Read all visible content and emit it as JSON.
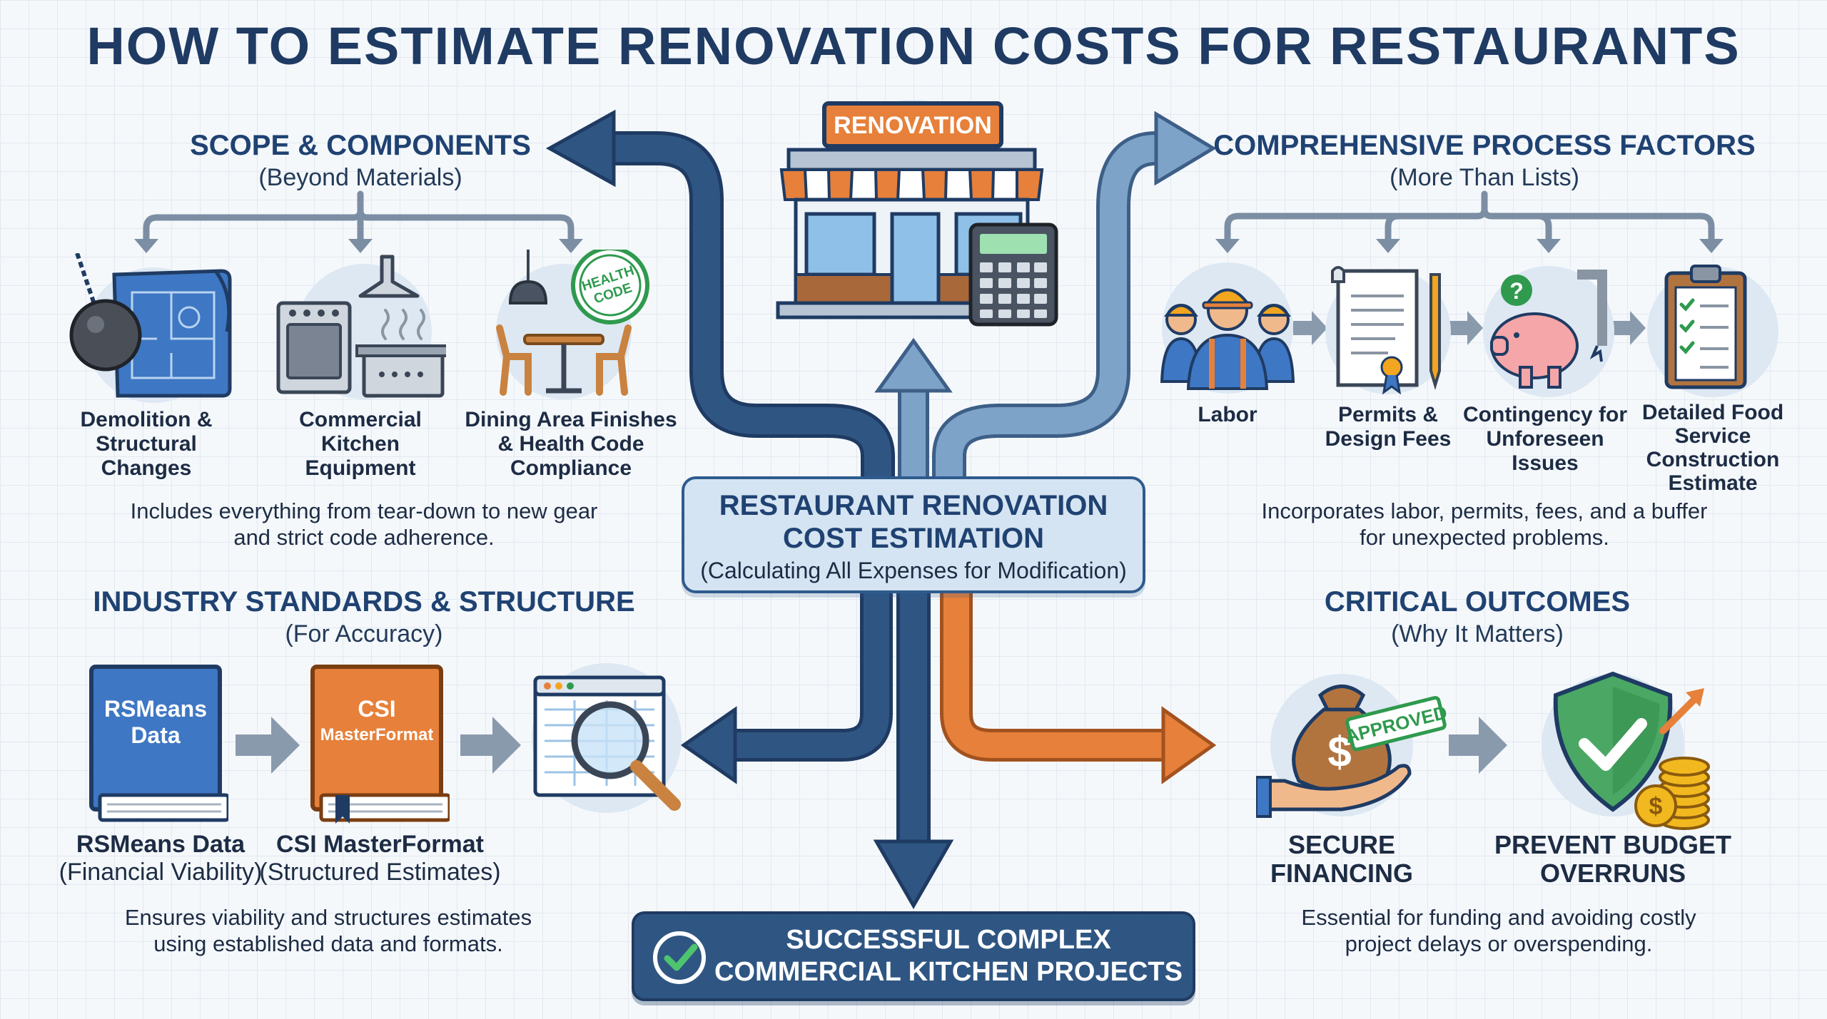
{
  "title": "HOW TO ESTIMATE RENOVATION COSTS FOR RESTAURANTS",
  "center": {
    "sign": "RENOVATION",
    "title_line1": "RESTAURANT RENOVATION",
    "title_line2": "COST ESTIMATION",
    "subtitle": "(Calculating All Expenses for Modification)",
    "bottom_line1": "SUCCESSFUL COMPLEX",
    "bottom_line2": "COMMERCIAL KITCHEN PROJECTS"
  },
  "scope": {
    "title": "SCOPE & COMPONENTS",
    "subtitle": "(Beyond Materials)",
    "items": [
      {
        "line1": "Demolition &",
        "line2": "Structural",
        "line3": "Changes"
      },
      {
        "line1": "Commercial",
        "line2": "Kitchen",
        "line3": "Equipment"
      },
      {
        "line1": "Dining Area Finishes",
        "line2": "& Health Code",
        "line3": "Compliance"
      }
    ],
    "stamp_line1": "HEALTH",
    "stamp_line2": "CODE",
    "caption_line1": "Includes everything from tear-down to new gear",
    "caption_line2": "and strict code adherence."
  },
  "process": {
    "title": "COMPREHENSIVE PROCESS FACTORS",
    "subtitle": "(More Than Lists)",
    "items": [
      {
        "line1": "Labor"
      },
      {
        "line1": "Permits &",
        "line2": "Design Fees"
      },
      {
        "line1": "Contingency for",
        "line2": "Unforeseen",
        "line3": "Issues"
      },
      {
        "line1": "Detailed Food",
        "line2": "Service",
        "line3": "Construction",
        "line4": "Estimate"
      }
    ],
    "caption_line1": "Incorporates labor, permits, fees, and a buffer",
    "caption_line2": "for unexpected problems."
  },
  "standards": {
    "title": "INDUSTRY STANDARDS & STRUCTURE",
    "subtitle": "(For Accuracy)",
    "book1_line1": "RSMeans",
    "book1_line2": "Data",
    "book2_line1": "CSI",
    "book2_line2": "MasterFormat",
    "item1_line1": "RSMeans Data",
    "item1_line2": "(Financial Viability)",
    "item2_line1": "CSI MasterFormat",
    "item2_line2": "(Structured Estimates)",
    "caption_line1": "Ensures viability and structures estimates",
    "caption_line2": "using established data and formats."
  },
  "outcomes": {
    "title": "CRITICAL OUTCOMES",
    "subtitle": "(Why It Matters)",
    "stamp": "APPROVED",
    "item1_line1": "SECURE",
    "item1_line2": "FINANCING",
    "item2_line1": "PREVENT BUDGET",
    "item2_line2": "OVERRUNS",
    "caption_line1": "Essential for funding and avoiding costly",
    "caption_line2": "project delays or overspending."
  },
  "colors": {
    "navy": "#1f3b63",
    "flow_blue": "#2f5683",
    "light_blue": "#7ea3c8",
    "orange": "#e6803a",
    "green": "#2f9a4e"
  },
  "icons": [
    "wrecking-ball-icon",
    "kitchen-equipment-icon",
    "dining-table-icon",
    "storefront-icon",
    "calculator-icon",
    "workers-icon",
    "permit-document-icon",
    "piggy-bank-icon",
    "clipboard-checklist-icon",
    "book-icon",
    "spreadsheet-magnifier-icon",
    "money-bag-icon",
    "shield-check-icon",
    "coins-icon",
    "checkmark-icon"
  ]
}
